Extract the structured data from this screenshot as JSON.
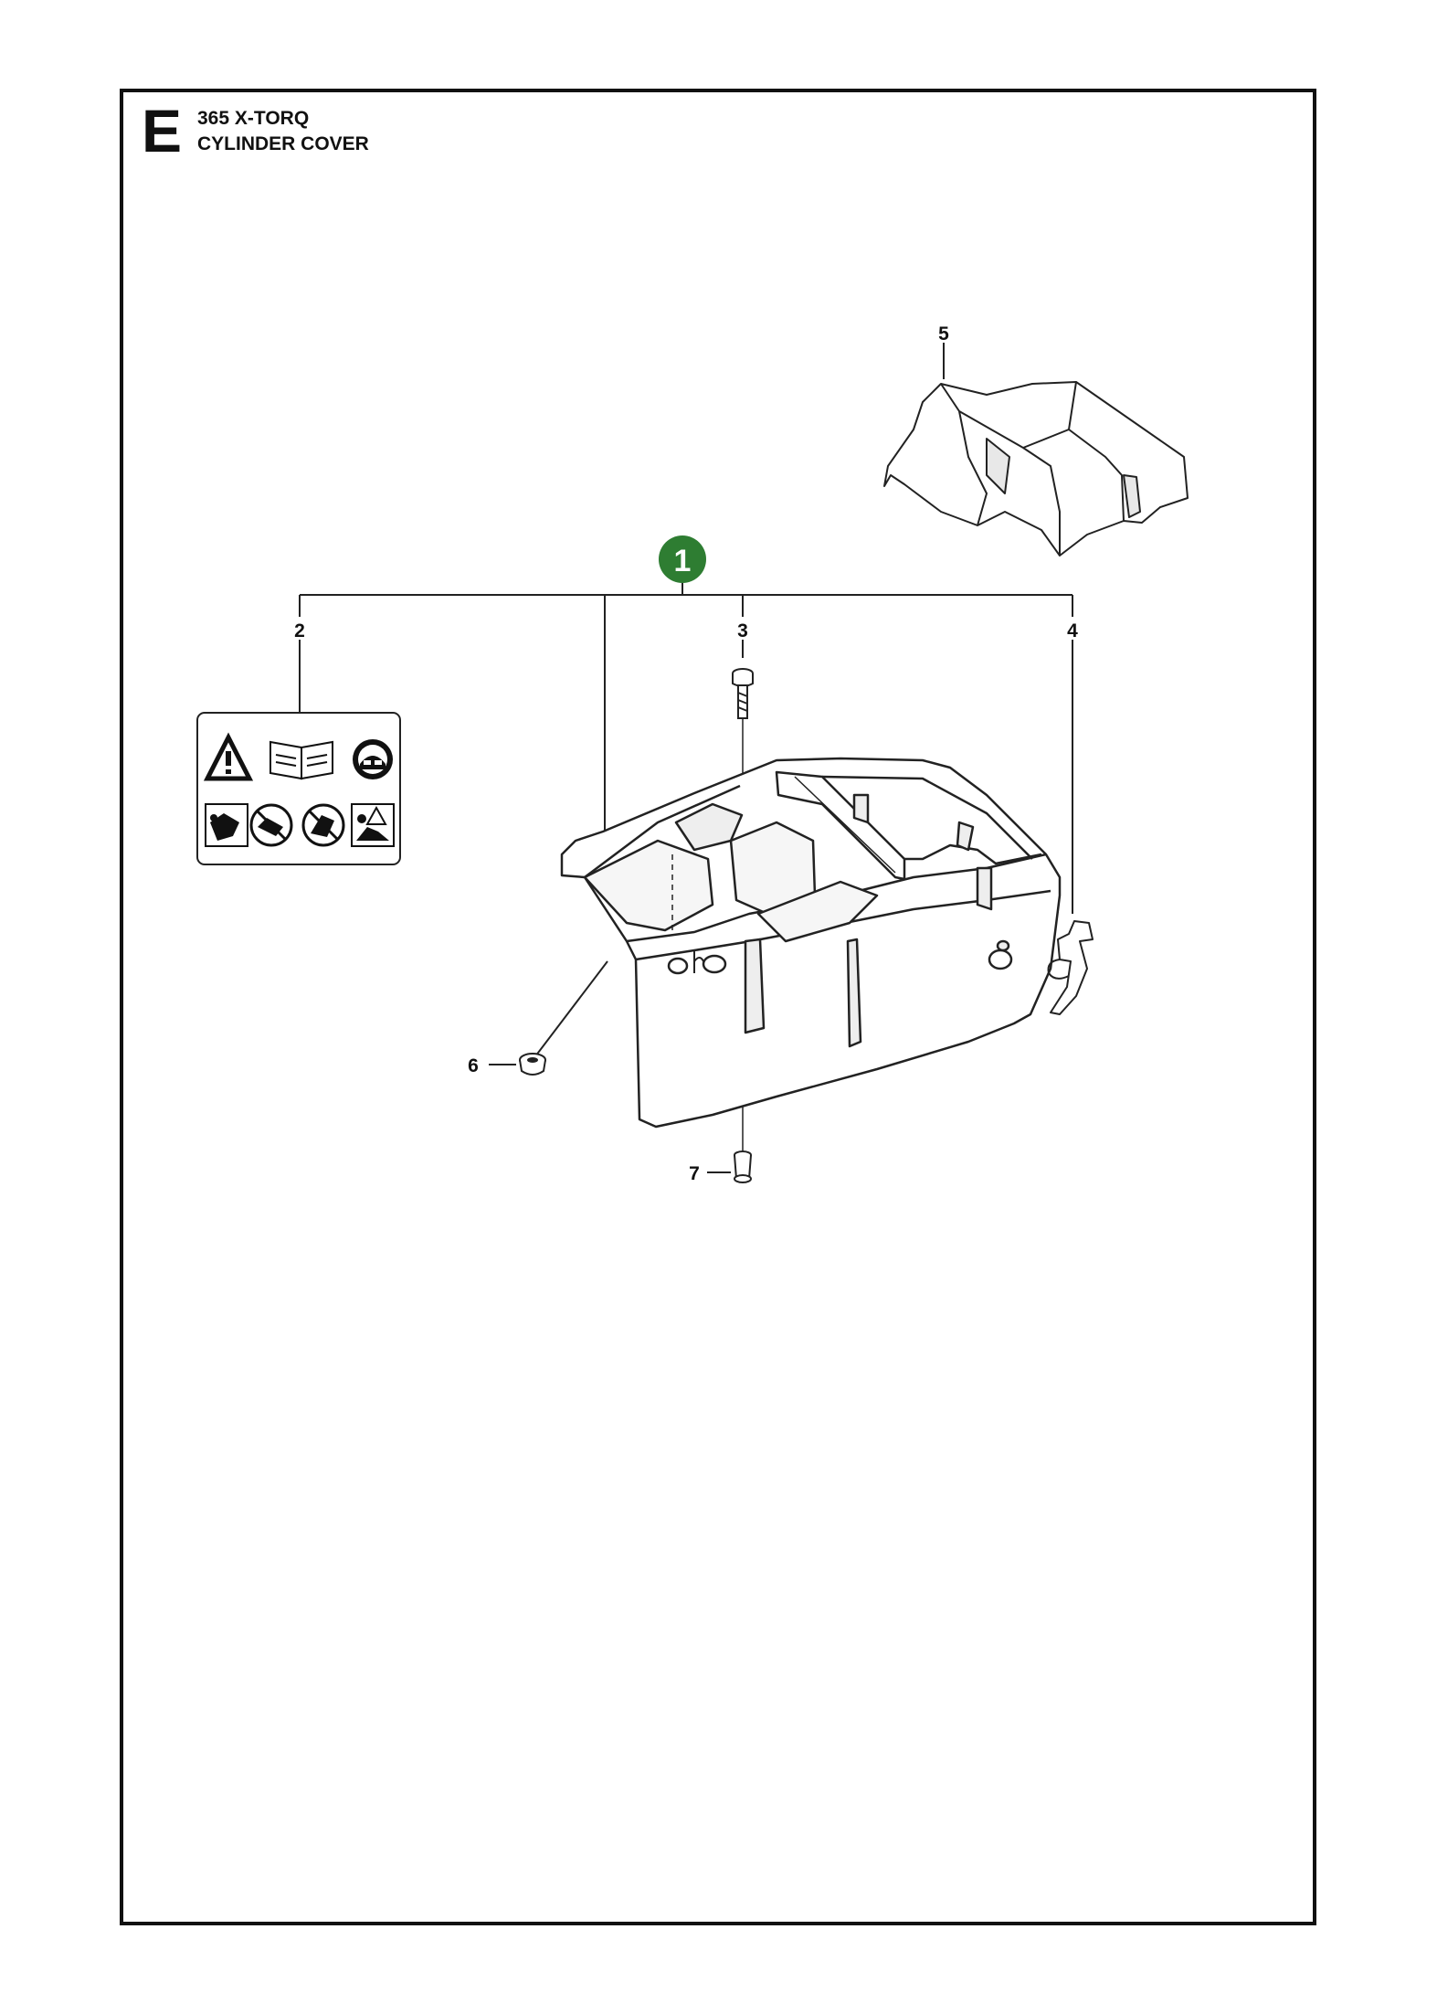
{
  "header": {
    "section_letter": "E",
    "model": "365 X-TORQ",
    "title": "CYLINDER COVER"
  },
  "colors": {
    "frame": "#111111",
    "badge": "#2e7d32",
    "badge_text": "#ffffff",
    "part_fill": "#ffffff",
    "part_stroke": "#222222"
  },
  "parts": {
    "assembly": {
      "number": "1"
    },
    "decal": {
      "number": "2",
      "icons": [
        "warning-triangle-icon",
        "manual-book-icon",
        "ear-eye-protection-icon",
        "two-hand-use-icon",
        "one-hand-prohibited-icon",
        "kickback-prohibited-icon",
        "chain-brake-icon"
      ]
    },
    "screw_top": {
      "number": "3"
    },
    "clip": {
      "number": "4"
    },
    "air_deflector": {
      "number": "5"
    },
    "grommet": {
      "number": "6"
    },
    "sleeve": {
      "number": "7"
    }
  }
}
